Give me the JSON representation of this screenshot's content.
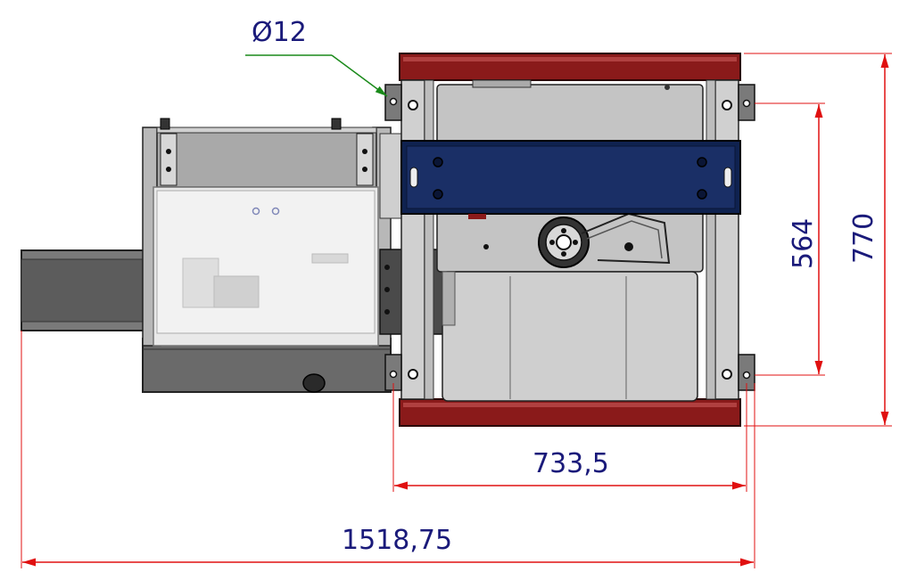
{
  "dimensions": {
    "hole_diameter": "Ø12",
    "inner_height": "564",
    "total_height": "770",
    "frame_width": "733,5",
    "total_width": "1518,75"
  },
  "colors": {
    "dimension_text": "#1a1a7a",
    "dimension_line": "#e01010",
    "leader_line": "#1a8a1a",
    "frame_rail": "#8a1a1a",
    "cross_beam": "#0f2250",
    "body_grey": "#c8c8c8",
    "dark_grey": "#6e6e6e"
  }
}
